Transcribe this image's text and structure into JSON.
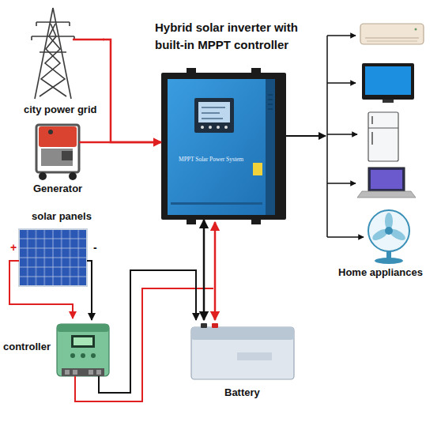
{
  "diagram": {
    "title": "Hybrid solar inverter with built-in MPPT controller",
    "nodes": [
      {
        "text": [
          "city power grid"
        ]
      },
      {
        "text": [
          "Generator"
        ]
      },
      {
        "text": [
          "MPPT Solar Power System"
        ]
      },
      {
        "text": [
          "Home appliances"
        ]
      },
      {
        "text": [
          "solar panels"
        ]
      },
      {
        "text": [
          "controller"
        ]
      },
      {
        "text": [
          "Battery"
        ]
      }
    ],
    "edges": [
      {
        "from": 0,
        "to": 2,
        "arrow": "to"
      },
      {
        "from": 1,
        "to": 2,
        "arrow": "to"
      },
      {
        "from": 2,
        "to": 3,
        "arrow": "to"
      },
      {
        "from": 4,
        "to": 5,
        "arrow": "to"
      },
      {
        "from": 5,
        "to": 6,
        "arrow": "to"
      },
      {
        "from": 2,
        "to": 6,
        "arrow": "both"
      }
    ],
    "labels": [
      "+",
      "-"
    ]
  }
}
